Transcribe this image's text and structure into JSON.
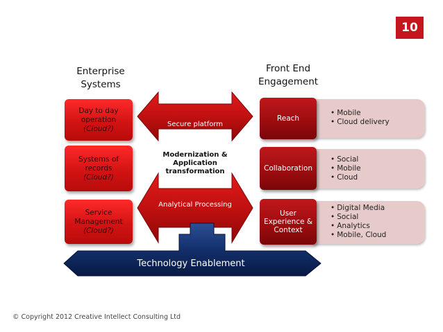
{
  "page_number": "10",
  "headings": {
    "left": [
      "Enterprise",
      "Systems"
    ],
    "right": [
      "Front End",
      "Engagement"
    ]
  },
  "left_boxes": [
    {
      "lines": [
        "Day to day",
        "operation"
      ],
      "cloud": "(Cloud?)"
    },
    {
      "lines": [
        "Systems of",
        "records"
      ],
      "cloud": "(Cloud?)"
    },
    {
      "lines": [
        "Service",
        "Management"
      ],
      "cloud": "(Cloud?)"
    }
  ],
  "arrows": {
    "top": "Secure platform",
    "middle": [
      "Modernization &",
      "Application",
      "transformation"
    ],
    "bottom": "Analytical Processing",
    "base": "Technology Enablement"
  },
  "right_boxes": [
    {
      "lines": [
        "Reach"
      ],
      "bullets": [
        "Mobile",
        "Cloud delivery"
      ]
    },
    {
      "lines": [
        "Collaboration"
      ],
      "bullets": [
        "Social",
        "Mobile",
        "Cloud"
      ]
    },
    {
      "lines": [
        "User",
        "Experience &",
        "Context"
      ],
      "bullets": [
        "Digital Media",
        "Social",
        "Analytics",
        "Mobile, Cloud"
      ]
    }
  ],
  "copyright": "© Copyright 2012 Creative Intellect Consulting Ltd",
  "colors": {
    "accent": "#c4161c",
    "navy": "#0d2a66"
  }
}
